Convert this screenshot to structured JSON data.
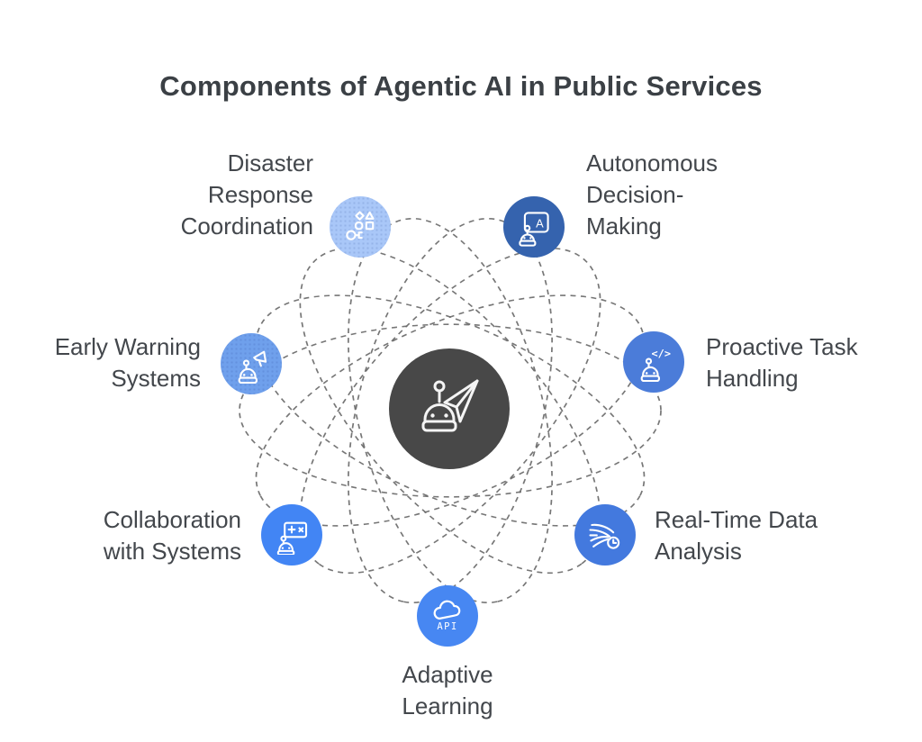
{
  "title": "Components of Agentic AI in Public Services",
  "colors": {
    "background": "#ffffff",
    "orbit_stroke": "#6a6a6a",
    "label_text": "#43474c",
    "title_text": "#3b4045",
    "icon_stroke": "#ffffff"
  },
  "center": {
    "color": "#484848",
    "icon": "robot-cursor-icon"
  },
  "nodes": [
    {
      "id": "disaster-response-coordination",
      "lines": [
        "Disaster",
        "Response",
        "Coordination"
      ],
      "color": "#a9c7f8",
      "icon": "shapes-flow-icon"
    },
    {
      "id": "autonomous-decision-making",
      "lines": [
        "Autonomous",
        "Decision-",
        "Making"
      ],
      "color": "#3563ae",
      "icon": "robot-presentation-icon",
      "icon_text": "A"
    },
    {
      "id": "early-warning-systems",
      "lines": [
        "Early Warning",
        "Systems"
      ],
      "color": "#6fa0ec",
      "icon": "robot-megaphone-icon"
    },
    {
      "id": "proactive-task-handling",
      "lines": [
        "Proactive Task",
        "Handling"
      ],
      "color": "#4b7cd9",
      "icon": "robot-code-icon",
      "icon_text": "</>"
    },
    {
      "id": "collaboration-with-systems",
      "lines": [
        "Collaboration",
        "with Systems"
      ],
      "color": "#4285f4",
      "icon": "robot-panel-plus-icon"
    },
    {
      "id": "real-time-data-analysis",
      "lines": [
        "Real-Time Data",
        "Analysis"
      ],
      "color": "#4379de",
      "icon": "data-flow-clock-icon"
    },
    {
      "id": "adaptive-learning",
      "lines": [
        "Adaptive",
        "Learning"
      ],
      "color": "#4787f2",
      "icon": "cloud-api-icon",
      "icon_text": "API"
    }
  ]
}
